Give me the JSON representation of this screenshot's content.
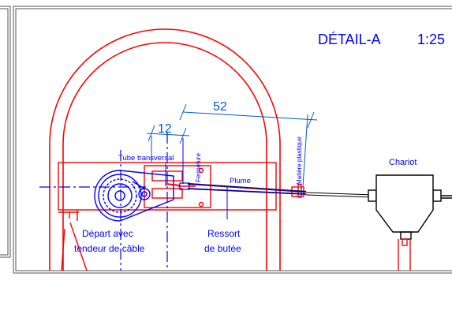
{
  "diagram": {
    "title": "DÉTAIL-A",
    "scale": "1:25",
    "dims": {
      "d52": "52",
      "d12": "12"
    },
    "labels": {
      "tube": "Tube transversal",
      "fermeture": "Fermeture",
      "plume": "Plume",
      "matiere": "Matière plastique",
      "chariot": "Chariot",
      "depart_l1": "Départ avec",
      "depart_l2": "tendeur de câble",
      "ressort_l1": "Ressort",
      "ressort_l2": "de butée"
    },
    "colors": {
      "red": "#ff0000",
      "blue": "#0000ff",
      "dim_blue": "#0057d6",
      "dark_blue": "#00008b",
      "black": "#000000",
      "frame": "#555555"
    }
  }
}
